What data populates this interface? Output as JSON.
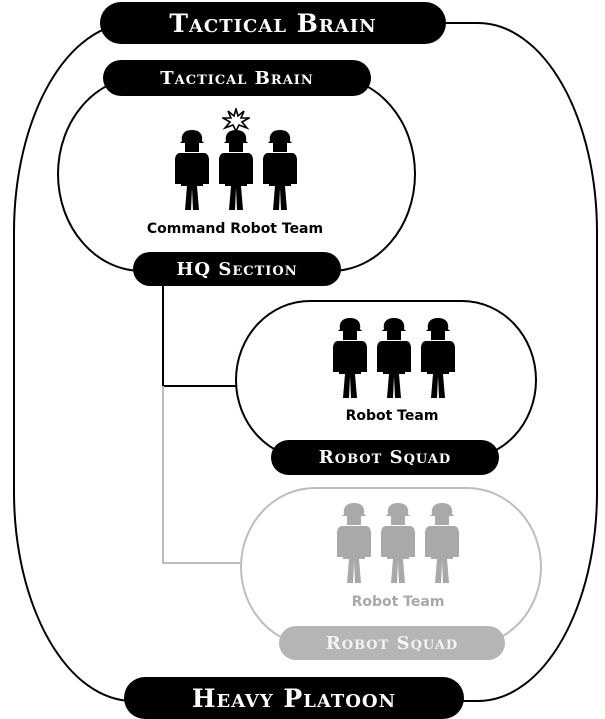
{
  "platoon": {
    "top_label": "Tactical Brain",
    "bottom_label": "Heavy Platoon"
  },
  "hq_section": {
    "top_label": "Tactical Brain",
    "team_label": "Command Robot Team",
    "bottom_label": "HQ Section"
  },
  "squad_1": {
    "team_label": "Robot Team",
    "bottom_label": "Robot Squad"
  },
  "squad_2": {
    "team_label": "Robot Team",
    "bottom_label": "Robot Squad",
    "state": "grayed"
  },
  "icons": [
    "robot-soldier-icon",
    "burst-icon"
  ],
  "colors": {
    "active": "#000000",
    "inactive": "#b5b5b5",
    "background": "#ffffff"
  }
}
